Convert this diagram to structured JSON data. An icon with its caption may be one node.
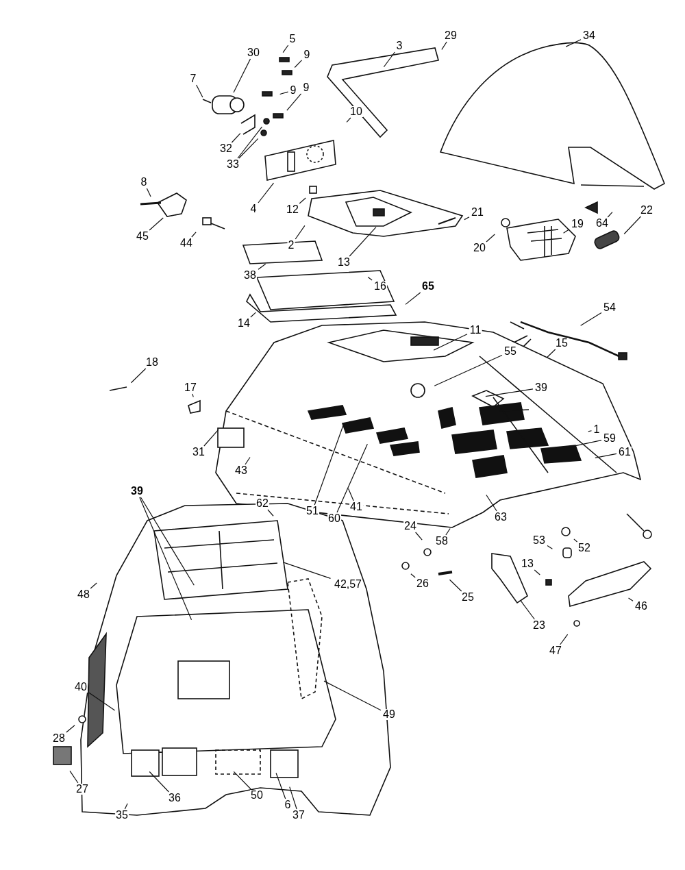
{
  "diagram": {
    "nodes": [
      {
        "text": [
          "5"
        ]
      },
      {
        "text": [
          "9"
        ]
      },
      {
        "text": [
          "9"
        ]
      },
      {
        "text": [
          "9"
        ]
      },
      {
        "text": [
          "7"
        ]
      },
      {
        "text": [
          "30"
        ]
      },
      {
        "text": [
          "32"
        ]
      },
      {
        "text": [
          "33"
        ]
      },
      {
        "text": [
          "4"
        ]
      },
      {
        "text": [
          "10"
        ]
      },
      {
        "text": [
          "29"
        ]
      },
      {
        "text": [
          "34"
        ]
      },
      {
        "text": [
          "8"
        ]
      },
      {
        "text": [
          "45"
        ]
      },
      {
        "text": [
          "44"
        ]
      },
      {
        "text": [
          "12"
        ]
      },
      {
        "text": [
          "2"
        ]
      },
      {
        "text": [
          "13"
        ]
      },
      {
        "text": [
          "16"
        ]
      },
      {
        "text": [
          "3"
        ]
      },
      {
        "text": [
          "21"
        ]
      },
      {
        "text": [
          "20"
        ]
      },
      {
        "text": [
          "22"
        ]
      },
      {
        "text": [
          "19"
        ]
      },
      {
        "text": [
          "64"
        ]
      },
      {
        "text": [
          "38"
        ]
      },
      {
        "text": [
          "14"
        ]
      },
      {
        "text": [
          "65"
        ]
      },
      {
        "text": [
          "54"
        ]
      },
      {
        "text": [
          "11"
        ]
      },
      {
        "text": [
          "15"
        ]
      },
      {
        "text": [
          "55"
        ]
      },
      {
        "text": [
          "39"
        ]
      },
      {
        "text": [
          "18"
        ]
      },
      {
        "text": [
          "17"
        ]
      },
      {
        "text": [
          "31"
        ]
      },
      {
        "text": [
          "1"
        ]
      },
      {
        "text": [
          "59"
        ]
      },
      {
        "text": [
          "61"
        ]
      },
      {
        "text": [
          "43"
        ]
      },
      {
        "text": [
          "51"
        ]
      },
      {
        "text": [
          "60"
        ]
      },
      {
        "text": [
          "41"
        ]
      },
      {
        "text": [
          "63"
        ]
      },
      {
        "text": [
          "24"
        ]
      },
      {
        "text": [
          "58"
        ]
      },
      {
        "text": [
          "53"
        ]
      },
      {
        "text": [
          "52"
        ]
      },
      {
        "text": [
          "26"
        ]
      },
      {
        "text": [
          "25"
        ]
      },
      {
        "text": [
          "13"
        ]
      },
      {
        "text": [
          "23"
        ]
      },
      {
        "text": [
          "46"
        ]
      },
      {
        "text": [
          "47"
        ]
      },
      {
        "text": [
          "39"
        ]
      },
      {
        "text": [
          "62"
        ]
      },
      {
        "text": [
          "42,57"
        ]
      },
      {
        "text": [
          "48"
        ]
      },
      {
        "text": [
          "40"
        ]
      },
      {
        "text": [
          "49"
        ]
      },
      {
        "text": [
          "28"
        ]
      },
      {
        "text": [
          "27"
        ]
      },
      {
        "text": [
          "36"
        ]
      },
      {
        "text": [
          "35"
        ]
      },
      {
        "text": [
          "50"
        ]
      },
      {
        "text": [
          "6"
        ]
      },
      {
        "text": [
          "37"
        ]
      }
    ],
    "edges": [
      {
        "from": 0,
        "to": null,
        "arrow": "none"
      },
      {
        "from": 1,
        "to": null,
        "arrow": "none"
      },
      {
        "from": 2,
        "to": null,
        "arrow": "none"
      },
      {
        "from": 3,
        "to": null,
        "arrow": "none"
      },
      {
        "from": 4,
        "to": null,
        "arrow": "none"
      },
      {
        "from": 5,
        "to": null,
        "arrow": "none"
      },
      {
        "from": 6,
        "to": null,
        "arrow": "none"
      },
      {
        "from": 7,
        "to": null,
        "arrow": "none"
      },
      {
        "from": 7,
        "to": null,
        "arrow": "none"
      },
      {
        "from": 8,
        "to": null,
        "arrow": "none"
      },
      {
        "from": 9,
        "to": null,
        "arrow": "none"
      },
      {
        "from": 10,
        "to": null,
        "arrow": "none"
      },
      {
        "from": 11,
        "to": null,
        "arrow": "none"
      },
      {
        "from": 12,
        "to": null,
        "arrow": "none"
      },
      {
        "from": 13,
        "to": null,
        "arrow": "none"
      },
      {
        "from": 14,
        "to": null,
        "arrow": "none"
      },
      {
        "from": 15,
        "to": null,
        "arrow": "none"
      },
      {
        "from": 16,
        "to": null,
        "arrow": "none"
      },
      {
        "from": 17,
        "to": null,
        "arrow": "none"
      },
      {
        "from": 18,
        "to": null,
        "arrow": "none"
      },
      {
        "from": 19,
        "to": null,
        "arrow": "none"
      },
      {
        "from": 20,
        "to": null,
        "arrow": "none"
      },
      {
        "from": 21,
        "to": null,
        "arrow": "none"
      },
      {
        "from": 22,
        "to": null,
        "arrow": "none"
      },
      {
        "from": 23,
        "to": null,
        "arrow": "none"
      },
      {
        "from": 24,
        "to": null,
        "arrow": "none"
      },
      {
        "from": 25,
        "to": null,
        "arrow": "none"
      },
      {
        "from": 26,
        "to": null,
        "arrow": "none"
      },
      {
        "from": 27,
        "to": null,
        "arrow": "none"
      },
      {
        "from": 28,
        "to": null,
        "arrow": "none"
      },
      {
        "from": 29,
        "to": null,
        "arrow": "none"
      },
      {
        "from": 30,
        "to": null,
        "arrow": "none"
      },
      {
        "from": 31,
        "to": null,
        "arrow": "none"
      },
      {
        "from": 32,
        "to": null,
        "arrow": "none"
      },
      {
        "from": 33,
        "to": null,
        "arrow": "none"
      },
      {
        "from": 34,
        "to": null,
        "arrow": "none"
      },
      {
        "from": 35,
        "to": null,
        "arrow": "none"
      },
      {
        "from": 36,
        "to": null,
        "arrow": "none"
      },
      {
        "from": 37,
        "to": null,
        "arrow": "none"
      },
      {
        "from": 38,
        "to": null,
        "arrow": "none"
      },
      {
        "from": 39,
        "to": null,
        "arrow": "none"
      },
      {
        "from": 40,
        "to": null,
        "arrow": "none"
      },
      {
        "from": 41,
        "to": null,
        "arrow": "none"
      },
      {
        "from": 42,
        "to": null,
        "arrow": "none"
      },
      {
        "from": 43,
        "to": null,
        "arrow": "none"
      },
      {
        "from": 44,
        "to": null,
        "arrow": "none"
      },
      {
        "from": 45,
        "to": null,
        "arrow": "none"
      },
      {
        "from": 46,
        "to": null,
        "arrow": "none"
      },
      {
        "from": 47,
        "to": null,
        "arrow": "none"
      },
      {
        "from": 48,
        "to": null,
        "arrow": "none"
      },
      {
        "from": 49,
        "to": null,
        "arrow": "none"
      },
      {
        "from": 50,
        "to": null,
        "arrow": "none"
      },
      {
        "from": 51,
        "to": null,
        "arrow": "none"
      },
      {
        "from": 52,
        "to": null,
        "arrow": "none"
      },
      {
        "from": 53,
        "to": null,
        "arrow": "none"
      },
      {
        "from": 54,
        "to": null,
        "arrow": "none"
      },
      {
        "from": 54,
        "to": null,
        "arrow": "none"
      },
      {
        "from": 55,
        "to": null,
        "arrow": "none"
      },
      {
        "from": 56,
        "to": null,
        "arrow": "none"
      },
      {
        "from": 57,
        "to": null,
        "arrow": "none"
      },
      {
        "from": 58,
        "to": null,
        "arrow": "none"
      },
      {
        "from": 59,
        "to": null,
        "arrow": "none"
      },
      {
        "from": 60,
        "to": null,
        "arrow": "none"
      },
      {
        "from": 61,
        "to": null,
        "arrow": "none"
      },
      {
        "from": 62,
        "to": null,
        "arrow": "none"
      },
      {
        "from": 63,
        "to": null,
        "arrow": "none"
      },
      {
        "from": 64,
        "to": null,
        "arrow": "none"
      },
      {
        "from": 65,
        "to": null,
        "arrow": "none"
      },
      {
        "from": 66,
        "to": null,
        "arrow": "none"
      }
    ]
  }
}
